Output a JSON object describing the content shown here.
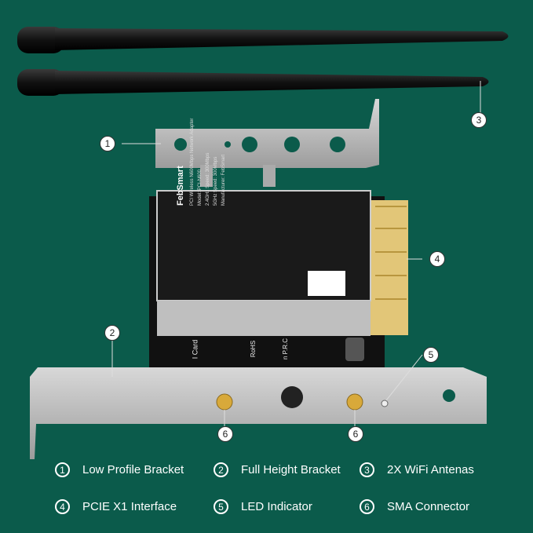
{
  "card": {
    "brand": "FebSmart",
    "label_lines": [
      "PCI Wireless N600Mbps Network Adapter",
      "Model: PCI-N600",
      "2.4GHz Speed: 300Mbps",
      "5GHz Speed: 300Mbps",
      "Manufacturer: FebSmart"
    ],
    "silk_text": [
      "I Card",
      "RoHS",
      "n P.R.C"
    ]
  },
  "callouts": [
    "1",
    "2",
    "3",
    "4",
    "5",
    "6",
    "6"
  ],
  "legend": [
    {
      "num": "1",
      "label": "Low Profile Bracket"
    },
    {
      "num": "2",
      "label": "Full Height Bracket"
    },
    {
      "num": "3",
      "label": "2X WiFi Antenas"
    },
    {
      "num": "4",
      "label": "PCIE X1 Interface"
    },
    {
      "num": "5",
      "label": "LED Indicator"
    },
    {
      "num": "6",
      "label": "SMA Connector"
    }
  ],
  "colors": {
    "background": "#0b5b4b",
    "antenna": "#151515",
    "bracket": "#b9b9b9",
    "gold": "#d9b860"
  }
}
